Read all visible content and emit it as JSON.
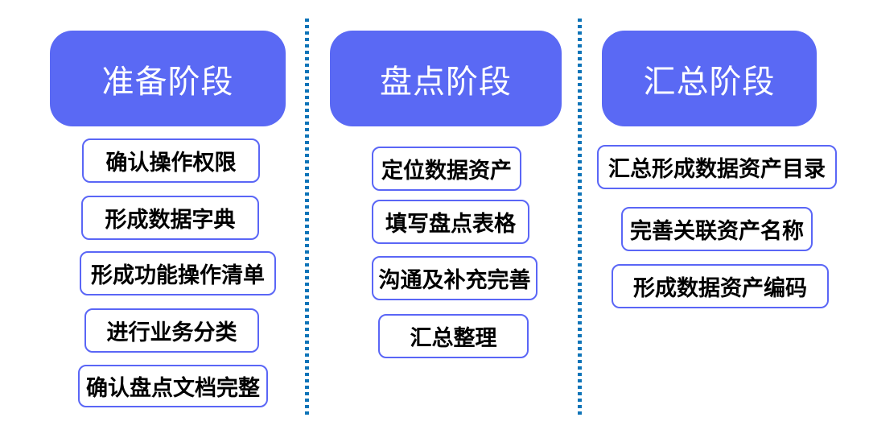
{
  "diagram": {
    "background": "#ffffff",
    "colors": {
      "header_fill": "#5a69f4",
      "header_text": "#ffffff",
      "step_border": "#5a66f6",
      "step_text": "#000000",
      "divider_dot": "#0e74b8"
    },
    "columns": [
      {
        "header": "准备阶段",
        "items": [
          "确认操作权限",
          "形成数据字典",
          "形成功能操作清单",
          "进行业务分类",
          "确认盘点文档完整"
        ]
      },
      {
        "header": "盘点阶段",
        "items": [
          "定位数据资产",
          "填写盘点表格",
          "沟通及补充完善",
          "汇总整理"
        ]
      },
      {
        "header": "汇总阶段",
        "items": [
          "汇总形成数据资产目录",
          "完善关联资产名称",
          "形成数据资产编码"
        ]
      }
    ]
  }
}
